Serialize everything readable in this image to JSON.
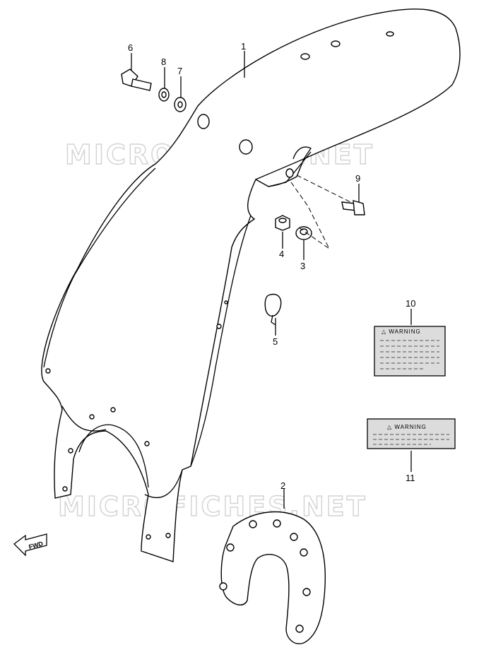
{
  "callouts": [
    {
      "id": "1",
      "part": "front-fender"
    },
    {
      "id": "2",
      "part": "fender-liner"
    },
    {
      "id": "3",
      "part": "grommet"
    },
    {
      "id": "4",
      "part": "nut"
    },
    {
      "id": "5",
      "part": "clamp"
    },
    {
      "id": "6",
      "part": "bolt"
    },
    {
      "id": "7",
      "part": "washer"
    },
    {
      "id": "8",
      "part": "washer"
    },
    {
      "id": "9",
      "part": "bolt"
    },
    {
      "id": "10",
      "part": "warning-label"
    },
    {
      "id": "11",
      "part": "warning-label"
    }
  ],
  "labels": {
    "warning_title": "WARNING"
  },
  "forward_indicator": {
    "text": "FWD"
  },
  "watermark": {
    "text": "MICROFICHES.NET"
  },
  "colors": {
    "ink": "#000000",
    "background": "#ffffff",
    "watermark_outline": "#d2d2d2",
    "label_fill": "#dcdcdc"
  }
}
